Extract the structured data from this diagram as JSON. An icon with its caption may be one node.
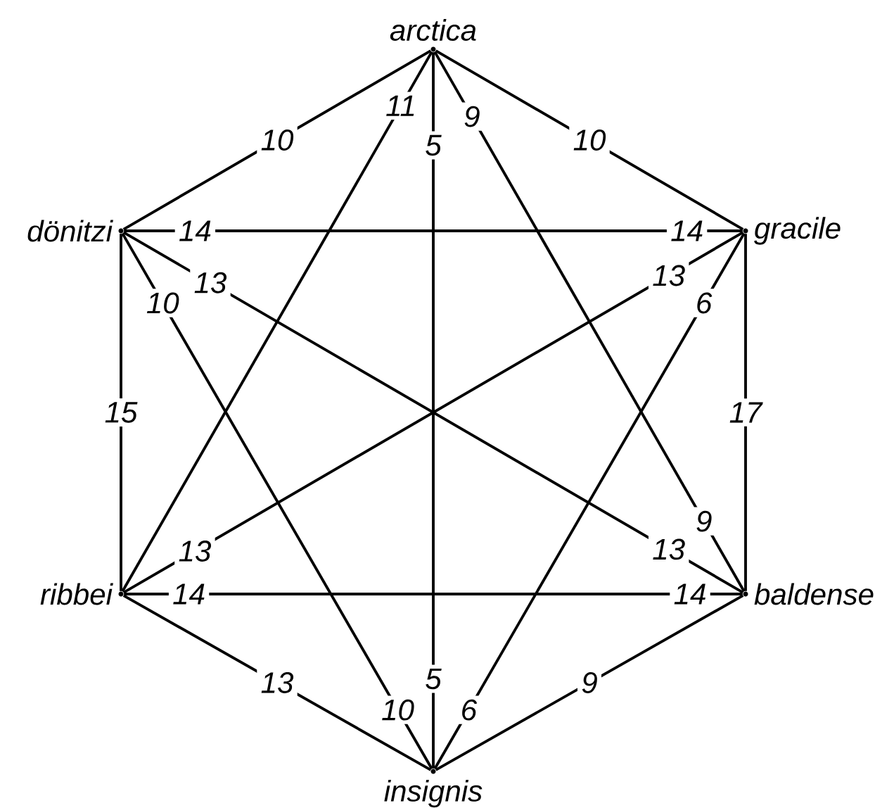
{
  "diagram": {
    "nodes": [
      {
        "text": [
          "arctica"
        ]
      },
      {
        "text": [
          "gracile"
        ]
      },
      {
        "text": [
          "baldense"
        ]
      },
      {
        "text": [
          "insignis"
        ]
      },
      {
        "text": [
          "ribbei"
        ]
      },
      {
        "text": [
          "dönitzi"
        ]
      }
    ],
    "edges": [
      {
        "from": 0,
        "to": 5,
        "arrow": "none",
        "label": "10"
      },
      {
        "from": 0,
        "to": 1,
        "arrow": "none",
        "label": "10"
      },
      {
        "from": 5,
        "to": 1,
        "arrow": "none",
        "label": "14"
      },
      {
        "from": 5,
        "to": 2,
        "arrow": "none",
        "label": "13"
      },
      {
        "from": 5,
        "to": 3,
        "arrow": "none",
        "label": "10"
      },
      {
        "from": 5,
        "to": 4,
        "arrow": "none",
        "label": "15"
      },
      {
        "from": 0,
        "to": 4,
        "arrow": "none",
        "label": "11"
      },
      {
        "from": 0,
        "to": 3,
        "arrow": "none",
        "label": "5"
      },
      {
        "from": 0,
        "to": 2,
        "arrow": "none",
        "label": "9"
      },
      {
        "from": 1,
        "to": 4,
        "arrow": "none",
        "label": "13"
      },
      {
        "from": 1,
        "to": 3,
        "arrow": "none",
        "label": "6"
      },
      {
        "from": 1,
        "to": 2,
        "arrow": "none",
        "label": "17"
      },
      {
        "from": 4,
        "to": 2,
        "arrow": "none",
        "label": "14"
      },
      {
        "from": 4,
        "to": 3,
        "arrow": "none",
        "label": "13"
      },
      {
        "from": 2,
        "to": 3,
        "arrow": "none",
        "label": "9"
      }
    ],
    "labels": [
      "14",
      "13",
      "10",
      "5",
      "9",
      "13",
      "6",
      "14"
    ]
  }
}
